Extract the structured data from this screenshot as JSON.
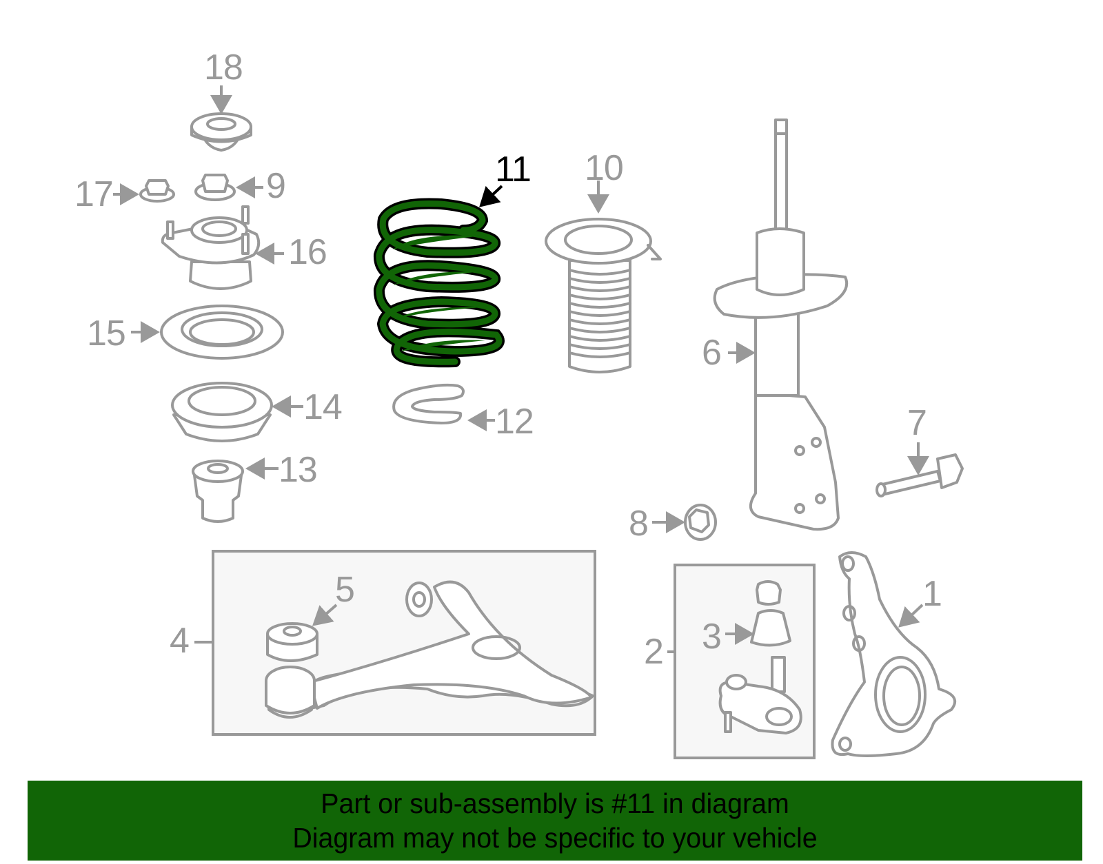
{
  "diagram": {
    "title": "Front suspension exploded parts diagram",
    "highlighted_part": "11",
    "highlight_color": "#116506",
    "line_color": "#999999",
    "callouts": [
      {
        "number": "1",
        "part": "steering-knuckle"
      },
      {
        "number": "2",
        "part": "ball-joint-assembly"
      },
      {
        "number": "3",
        "part": "ball-joint-boot"
      },
      {
        "number": "4",
        "part": "lower-control-arm-assembly"
      },
      {
        "number": "5",
        "part": "control-arm-bushing"
      },
      {
        "number": "6",
        "part": "strut"
      },
      {
        "number": "7",
        "part": "bolt"
      },
      {
        "number": "8",
        "part": "nut"
      },
      {
        "number": "9",
        "part": "nut"
      },
      {
        "number": "10",
        "part": "dust-boot"
      },
      {
        "number": "11",
        "part": "coil-spring"
      },
      {
        "number": "12",
        "part": "spring-insulator"
      },
      {
        "number": "13",
        "part": "bump-stop"
      },
      {
        "number": "14",
        "part": "spring-seat"
      },
      {
        "number": "15",
        "part": "bearing"
      },
      {
        "number": "16",
        "part": "strut-mount"
      },
      {
        "number": "17",
        "part": "nut"
      },
      {
        "number": "18",
        "part": "mount-cap"
      }
    ],
    "labels": {
      "l1": "1",
      "l2": "2",
      "l3": "3",
      "l4": "4",
      "l5": "5",
      "l6": "6",
      "l7": "7",
      "l8": "8",
      "l9": "9",
      "l10": "10",
      "l11": "11",
      "l12": "12",
      "l13": "13",
      "l14": "14",
      "l15": "15",
      "l16": "16",
      "l17": "17",
      "l18": "18"
    }
  },
  "banner": {
    "line1": "Part or sub-assembly is #11 in diagram",
    "line2": "Diagram may not be specific to your vehicle",
    "background": "#116506"
  }
}
